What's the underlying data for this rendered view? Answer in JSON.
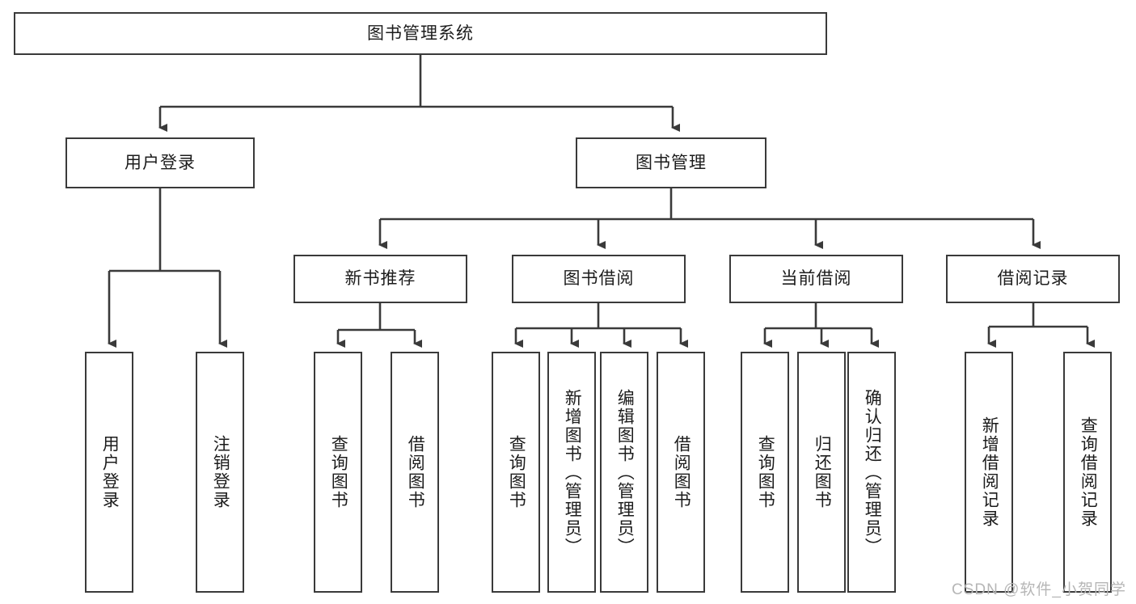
{
  "diagram": {
    "title": "图书管理系统",
    "watermark": "CSDN @软件_小贺同学",
    "stroke_color": "#3a3a3a",
    "text_color": "#1c1c1c",
    "background_color": "#ffffff",
    "nodes": {
      "root": "图书管理系统",
      "level2": {
        "user_login": "用户登录",
        "book_manage": "图书管理"
      },
      "level3": {
        "new_book_recommend": "新书推荐",
        "book_borrow": "图书借阅",
        "current_borrow": "当前借阅",
        "borrow_record": "借阅记录"
      },
      "leaves": {
        "user_login_leaf_1": "用户登录",
        "user_login_leaf_2": "注销登录",
        "new_book_leaf_1": "查询图书",
        "new_book_leaf_2": "借阅图书",
        "book_borrow_leaf_1": "查询图书",
        "book_borrow_leaf_2": "新增图书（管理员）",
        "book_borrow_leaf_3": "编辑图书（管理员）",
        "book_borrow_leaf_4": "借阅图书",
        "current_borrow_leaf_1": "查询图书",
        "current_borrow_leaf_2": "归还图书",
        "current_borrow_leaf_3": "确认归还（管理员）",
        "borrow_record_leaf_1": "新增借阅记录",
        "borrow_record_leaf_2": "查询借阅记录"
      }
    }
  }
}
